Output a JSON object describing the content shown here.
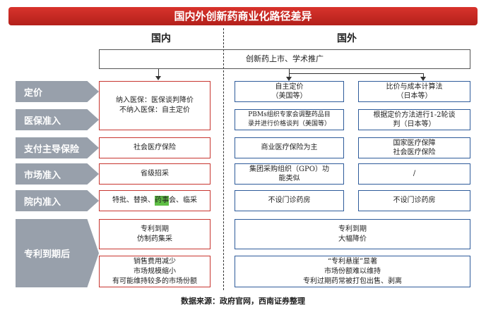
{
  "title": "国内外创新药商业化路径差异",
  "headers": {
    "domestic": "国内",
    "foreign": "国外"
  },
  "top_box": "创新药上市、学术推广",
  "row_labels": [
    "定价",
    "医保准入",
    "支付主导保险",
    "市场准入",
    "院内准入",
    "专利到期后"
  ],
  "domestic": {
    "pricing_reimb": [
      "纳入医保：医保谈判降价",
      "不纳入医保：自主定价"
    ],
    "payer": "社会医疗保险",
    "market_access": "省级招采",
    "hospital_prefix": "特批、替换、",
    "hospital_highlight": "药事",
    "hospital_suffix": "会、临采",
    "patent_top": [
      "专利到期",
      "仿制药集采"
    ],
    "patent_bottom": [
      "销售费用减少",
      "市场规模缩小",
      "有可能维持较多的市场份额"
    ]
  },
  "foreign_a": {
    "pricing": [
      "自主定价",
      "（美国等）"
    ],
    "reimb": [
      "PBMs组织专家会调整药品目",
      "录并进行价格谈判（美国等）"
    ],
    "payer": "商业医疗保险为主",
    "market_access": [
      "集团采购组织（GPO）功",
      "能类似"
    ],
    "hospital": "不设门诊药房"
  },
  "foreign_b": {
    "pricing": [
      "比价与成本计算法",
      "（日本等）"
    ],
    "reimb": [
      "根据定价方法进行1-2轮谈",
      "判（日本等）"
    ],
    "payer": [
      "国家医疗保障",
      "社会医疗保险"
    ],
    "market_access": "/",
    "hospital": "不设门诊药房"
  },
  "foreign_patent": {
    "top": [
      "专利到期",
      "大幅降价"
    ],
    "bottom": [
      "“专利悬崖”显著",
      "市场份额难以维持",
      "专利过期药常被打包出售、剥离"
    ]
  },
  "source": "数据来源：政府官网，西南证券整理",
  "colors": {
    "title_bg": "#c0281f",
    "red_border": "#c8352f",
    "blue_border": "#2e5b9a",
    "label_bg": "#98a0ab",
    "highlight": "#5fbf45"
  }
}
